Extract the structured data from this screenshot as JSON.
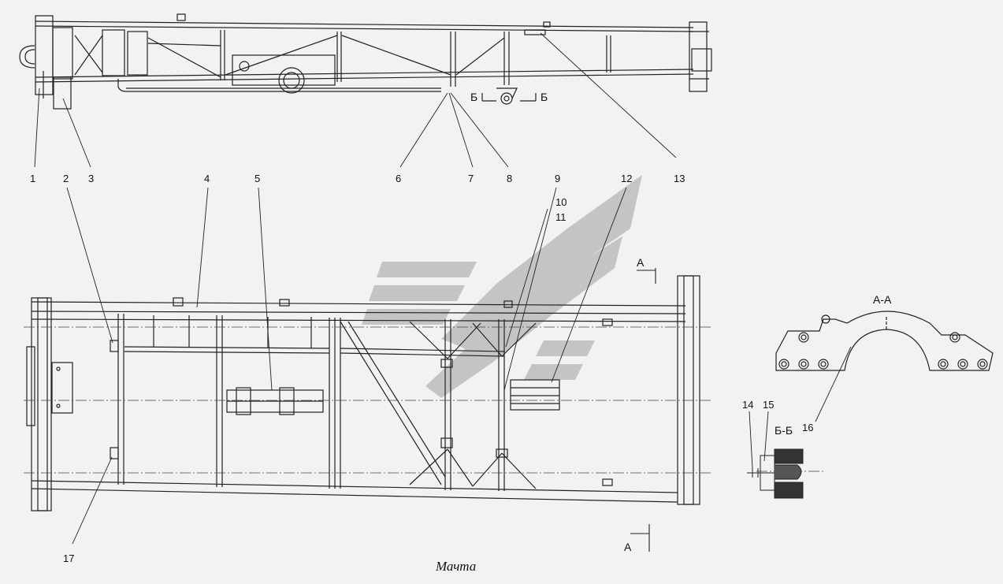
{
  "caption": "Мачта",
  "watermark": {
    "color": "#bdbdbd",
    "shape": "stylized-emblem"
  },
  "section_labels": {
    "aa_top": "А",
    "aa_bottom": "А",
    "aa_title": "А-А",
    "bb_title": "Б-Б",
    "bb_left": "Б",
    "bb_right": "Б"
  },
  "callouts": {
    "c1": "1",
    "c2": "2",
    "c3": "3",
    "c4": "4",
    "c5": "5",
    "c6": "6",
    "c7": "7",
    "c8": "8",
    "c9": "9",
    "c10": "10",
    "c11": "11",
    "c12": "12",
    "c13": "13",
    "c14": "14",
    "c15": "15",
    "c16": "16",
    "c17": "17"
  }
}
